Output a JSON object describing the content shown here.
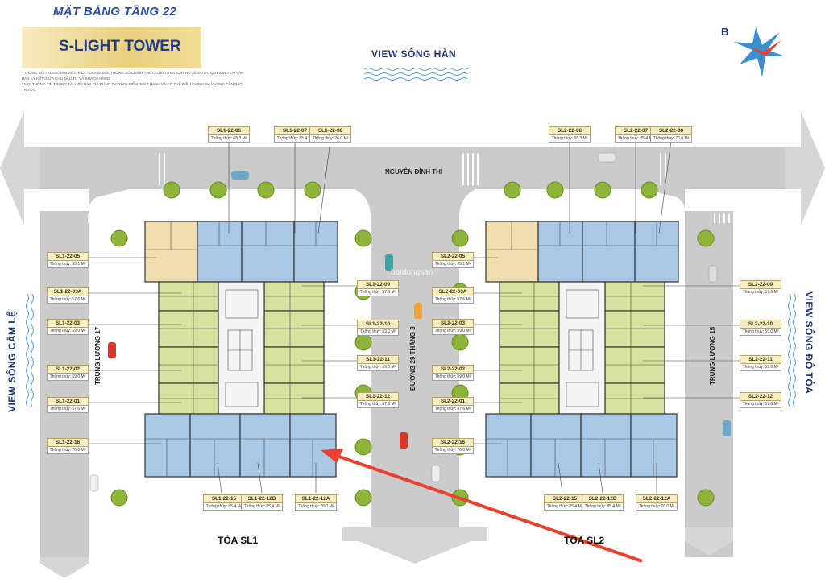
{
  "header": {
    "title": "MẶT BẰNG TẦNG 22",
    "project_name": "S-LIGHT TOWER",
    "notes": [
      "* THÔNG SỐ TRONG BẢN VẼ CHỈ LÀ TƯƠNG ĐỐI, THÔNG SỐ CHÍNH THỨC CỦA TỪNG CĂN HỘ SẼ ĐƯỢC QUY ĐỊNH TẠI VĂN BẢN KÝ KẾT GIỮA CHỦ ĐẦU TƯ VÀ KHÁCH HÀNG",
      "* MỌI THÔNG TIN TRONG TÀI LIỆU NÀY CHỈ ĐÚNG TẠI THỜI ĐIỂM PHÁT HÀNH VÀ CÓ THỂ ĐIỀU CHỈNH MÀ KHÔNG CẦN BÁO TRƯỚC."
    ],
    "logo_letter": "B"
  },
  "views": {
    "top": "VIEW SÔNG HÀN",
    "left": "VIEW SÔNG CẨM LỆ",
    "right": "VIEW SÔNG ĐÔ TỎA"
  },
  "streets": {
    "top": "NGUYỄN ĐÌNH THI",
    "center": "ĐƯỜNG 29 THÁNG 3",
    "left": "TRUNG LƯƠNG 17",
    "right": "TRUNG LƯƠNG 15"
  },
  "towers": {
    "left": "TÒA SL1",
    "right": "TÒA SL2"
  },
  "watermark": "batdongsan",
  "area_prefix": "Thông thủy:",
  "units": [
    {
      "code": "SL1-22-06",
      "area": "68.3 M²"
    },
    {
      "code": "SL1-22-07",
      "area": "85.4 M²"
    },
    {
      "code": "SL1-22-08",
      "area": "76.0 M²"
    },
    {
      "code": "SL1-22-05",
      "area": "95.1 M²"
    },
    {
      "code": "SL1-22-03A",
      "area": "57.6 M²"
    },
    {
      "code": "SL1-22-03",
      "area": "59.0 M²"
    },
    {
      "code": "SL1-22-02",
      "area": "59.0 M²"
    },
    {
      "code": "SL1-22-01",
      "area": "57.6 M²"
    },
    {
      "code": "SL1-22-16",
      "area": "76.0 M²"
    },
    {
      "code": "SL1-22-15",
      "area": "85.4 M²"
    },
    {
      "code": "SL1-22-12B",
      "area": "85.4 M²"
    },
    {
      "code": "SL1-22-12A",
      "area": "76.0 M²"
    },
    {
      "code": "SL1-22-09",
      "area": "57.6 M²"
    },
    {
      "code": "SL1-22-10",
      "area": "59.0 M²"
    },
    {
      "code": "SL1-22-11",
      "area": "59.0 M²"
    },
    {
      "code": "SL1-22-12",
      "area": "57.6 M²"
    },
    {
      "code": "SL2-22-06",
      "area": "68.3 M²"
    },
    {
      "code": "SL2-22-07",
      "area": "85.4 M²"
    },
    {
      "code": "SL2-22-08",
      "area": "76.0 M²"
    },
    {
      "code": "SL2-22-05",
      "area": "95.1 M²"
    },
    {
      "code": "SL2-22-03A",
      "area": "57.6 M²"
    },
    {
      "code": "SL2-22-03",
      "area": "59.0 M²"
    },
    {
      "code": "SL2-22-02",
      "area": "59.0 M²"
    },
    {
      "code": "SL2-22-01",
      "area": "57.6 M²"
    },
    {
      "code": "SL2-22-16",
      "area": "76.0 M²"
    },
    {
      "code": "SL2-22-15",
      "area": "85.4 M²"
    },
    {
      "code": "SL2-22-12B",
      "area": "85.4 M²"
    },
    {
      "code": "SL2-22-12A",
      "area": "76.0 M²"
    },
    {
      "code": "SL2-22-09",
      "area": "57.6 M²"
    },
    {
      "code": "SL2-22-10",
      "area": "59.0 M²"
    },
    {
      "code": "SL2-22-11",
      "area": "59.0 M²"
    },
    {
      "code": "SL2-22-12",
      "area": "57.6 M²"
    }
  ],
  "colors": {
    "road": "#c9c9c9",
    "unit_blue": "#a9c8e6",
    "unit_green": "#d6e29e",
    "unit_beige": "#f2ddb0",
    "tree": "#8fb43a",
    "arrow": "#e8412e",
    "title_blue": "#2a4ea0"
  }
}
